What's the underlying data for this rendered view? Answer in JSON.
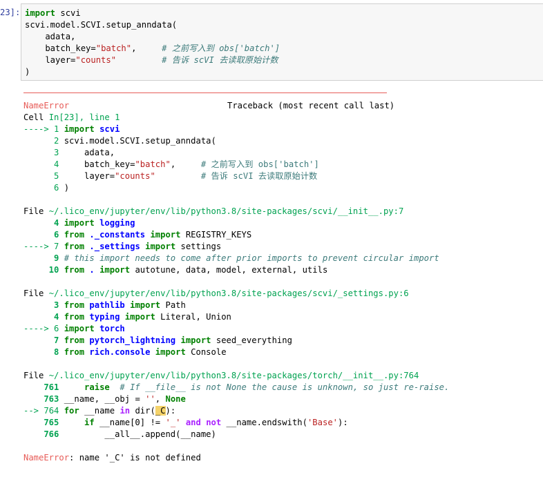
{
  "prompt": "23]:",
  "code": {
    "l1_kw": "import",
    "l1_mod": " scvi",
    "l2": "scvi.model.SCVI.setup_anndata(",
    "l3": "    adata,",
    "l4_a": "    batch_key=",
    "l4_s": "\"batch\"",
    "l4_b": ",     ",
    "l4_c": "# 之前写入到 obs['batch']",
    "l5_a": "    layer=",
    "l5_s": "\"counts\"",
    "l5_b": "         ",
    "l5_c": "# 告诉 scVI 去读取原始计数",
    "l6": ")"
  },
  "tb": {
    "err_name": "NameError",
    "traceback_header": "Traceback (most recent call last)",
    "cell_prefix": "Cell ",
    "cell_ref": "In[23], line 1",
    "f1": {
      "arrow": "----> ",
      "n1": "1 ",
      "l1_kw": "import",
      "l1_mod": " scvi",
      "n2": "      2 ",
      "l2": "scvi.model.SCVI.setup_anndata(",
      "n3": "      3 ",
      "l3": "    adata,",
      "n4": "      4 ",
      "l4_a": "    batch_key=",
      "l4_s": "\"batch\"",
      "l4_b": ",     ",
      "l4_c": "# 之前写入到 obs['batch']",
      "n5": "      5 ",
      "l5_a": "    layer=",
      "l5_s": "\"counts\"",
      "l5_b": "         ",
      "l5_c": "# 告诉 scVI 去读取原始计数",
      "n6": "      6 ",
      "l6": ")"
    },
    "f2": {
      "file_prefix": "File ",
      "path": "~/.lico_env/jupyter/env/lib/python3.8/site-packages/scvi/__init__.py:7",
      "n4": "      4 ",
      "l4_kw": "import",
      "l4_mod": " logging",
      "n6": "      6 ",
      "l6_kw1": "from",
      "l6_mod": " ._constants",
      "l6_kw2": " import",
      "l6_rest": " REGISTRY_KEYS",
      "arrow": "----> ",
      "n7": "7 ",
      "l7_kw1": "from",
      "l7_mod": " ._settings",
      "l7_kw2": " import",
      "l7_rest": " settings",
      "n9": "      9 ",
      "l9_c": "# this import needs to come after prior imports to prevent circular import",
      "n10": "     10 ",
      "l10_kw1": "from",
      "l10_mod": " .",
      "l10_kw2": " import",
      "l10_rest": " autotune, data, model, external, utils"
    },
    "f3": {
      "file_prefix": "File ",
      "path": "~/.lico_env/jupyter/env/lib/python3.8/site-packages/scvi/_settings.py:6",
      "n3": "      3 ",
      "l3_kw1": "from",
      "l3_mod": " pathlib",
      "l3_kw2": " import",
      "l3_rest": " Path",
      "n4": "      4 ",
      "l4_kw1": "from",
      "l4_mod": " typing",
      "l4_kw2": " import",
      "l4_rest": " Literal, Union",
      "arrow": "----> ",
      "n6": "6 ",
      "l6_kw": "import",
      "l6_mod": " torch",
      "n7": "      7 ",
      "l7_kw1": "from",
      "l7_mod": " pytorch_lightning",
      "l7_kw2": " import",
      "l7_rest": " seed_everything",
      "n8": "      8 ",
      "l8_kw1": "from",
      "l8_mod": " rich.console",
      "l8_kw2": " import",
      "l8_rest": " Console"
    },
    "f4": {
      "file_prefix": "File ",
      "path": "~/.lico_env/jupyter/env/lib/python3.8/site-packages/torch/__init__.py:764",
      "n761": "    761 ",
      "l761_kw": "    raise",
      "l761_c": "  # If __file__ is not None the cause is unknown, so just re-raise.",
      "n763": "    763 ",
      "l763_a": "__name, __obj ",
      "l763_eq": "=",
      "l763_s": " ''",
      "l763_b": ", ",
      "l763_kw": "None",
      "arrow": "--> ",
      "n764": "764 ",
      "l764_kw1": "for",
      "l764_a": " __name ",
      "l764_kw2": "in",
      "l764_b": " dir(",
      "l764_hl": "_C",
      "l764_c": "):",
      "n765": "    765 ",
      "l765_kw1": "    if",
      "l765_a": " __name[0] ",
      "l765_op": "!=",
      "l765_s": " '_'",
      "l765_kw2": " and",
      "l765_kw3": " not",
      "l765_b": " __name.endswith(",
      "l765_s2": "'Base'",
      "l765_c": "):",
      "n766": "    766 ",
      "l766": "        __all__.append(__name)"
    },
    "final_name": "NameError",
    "final_msg": ": name '_C' is not defined"
  }
}
